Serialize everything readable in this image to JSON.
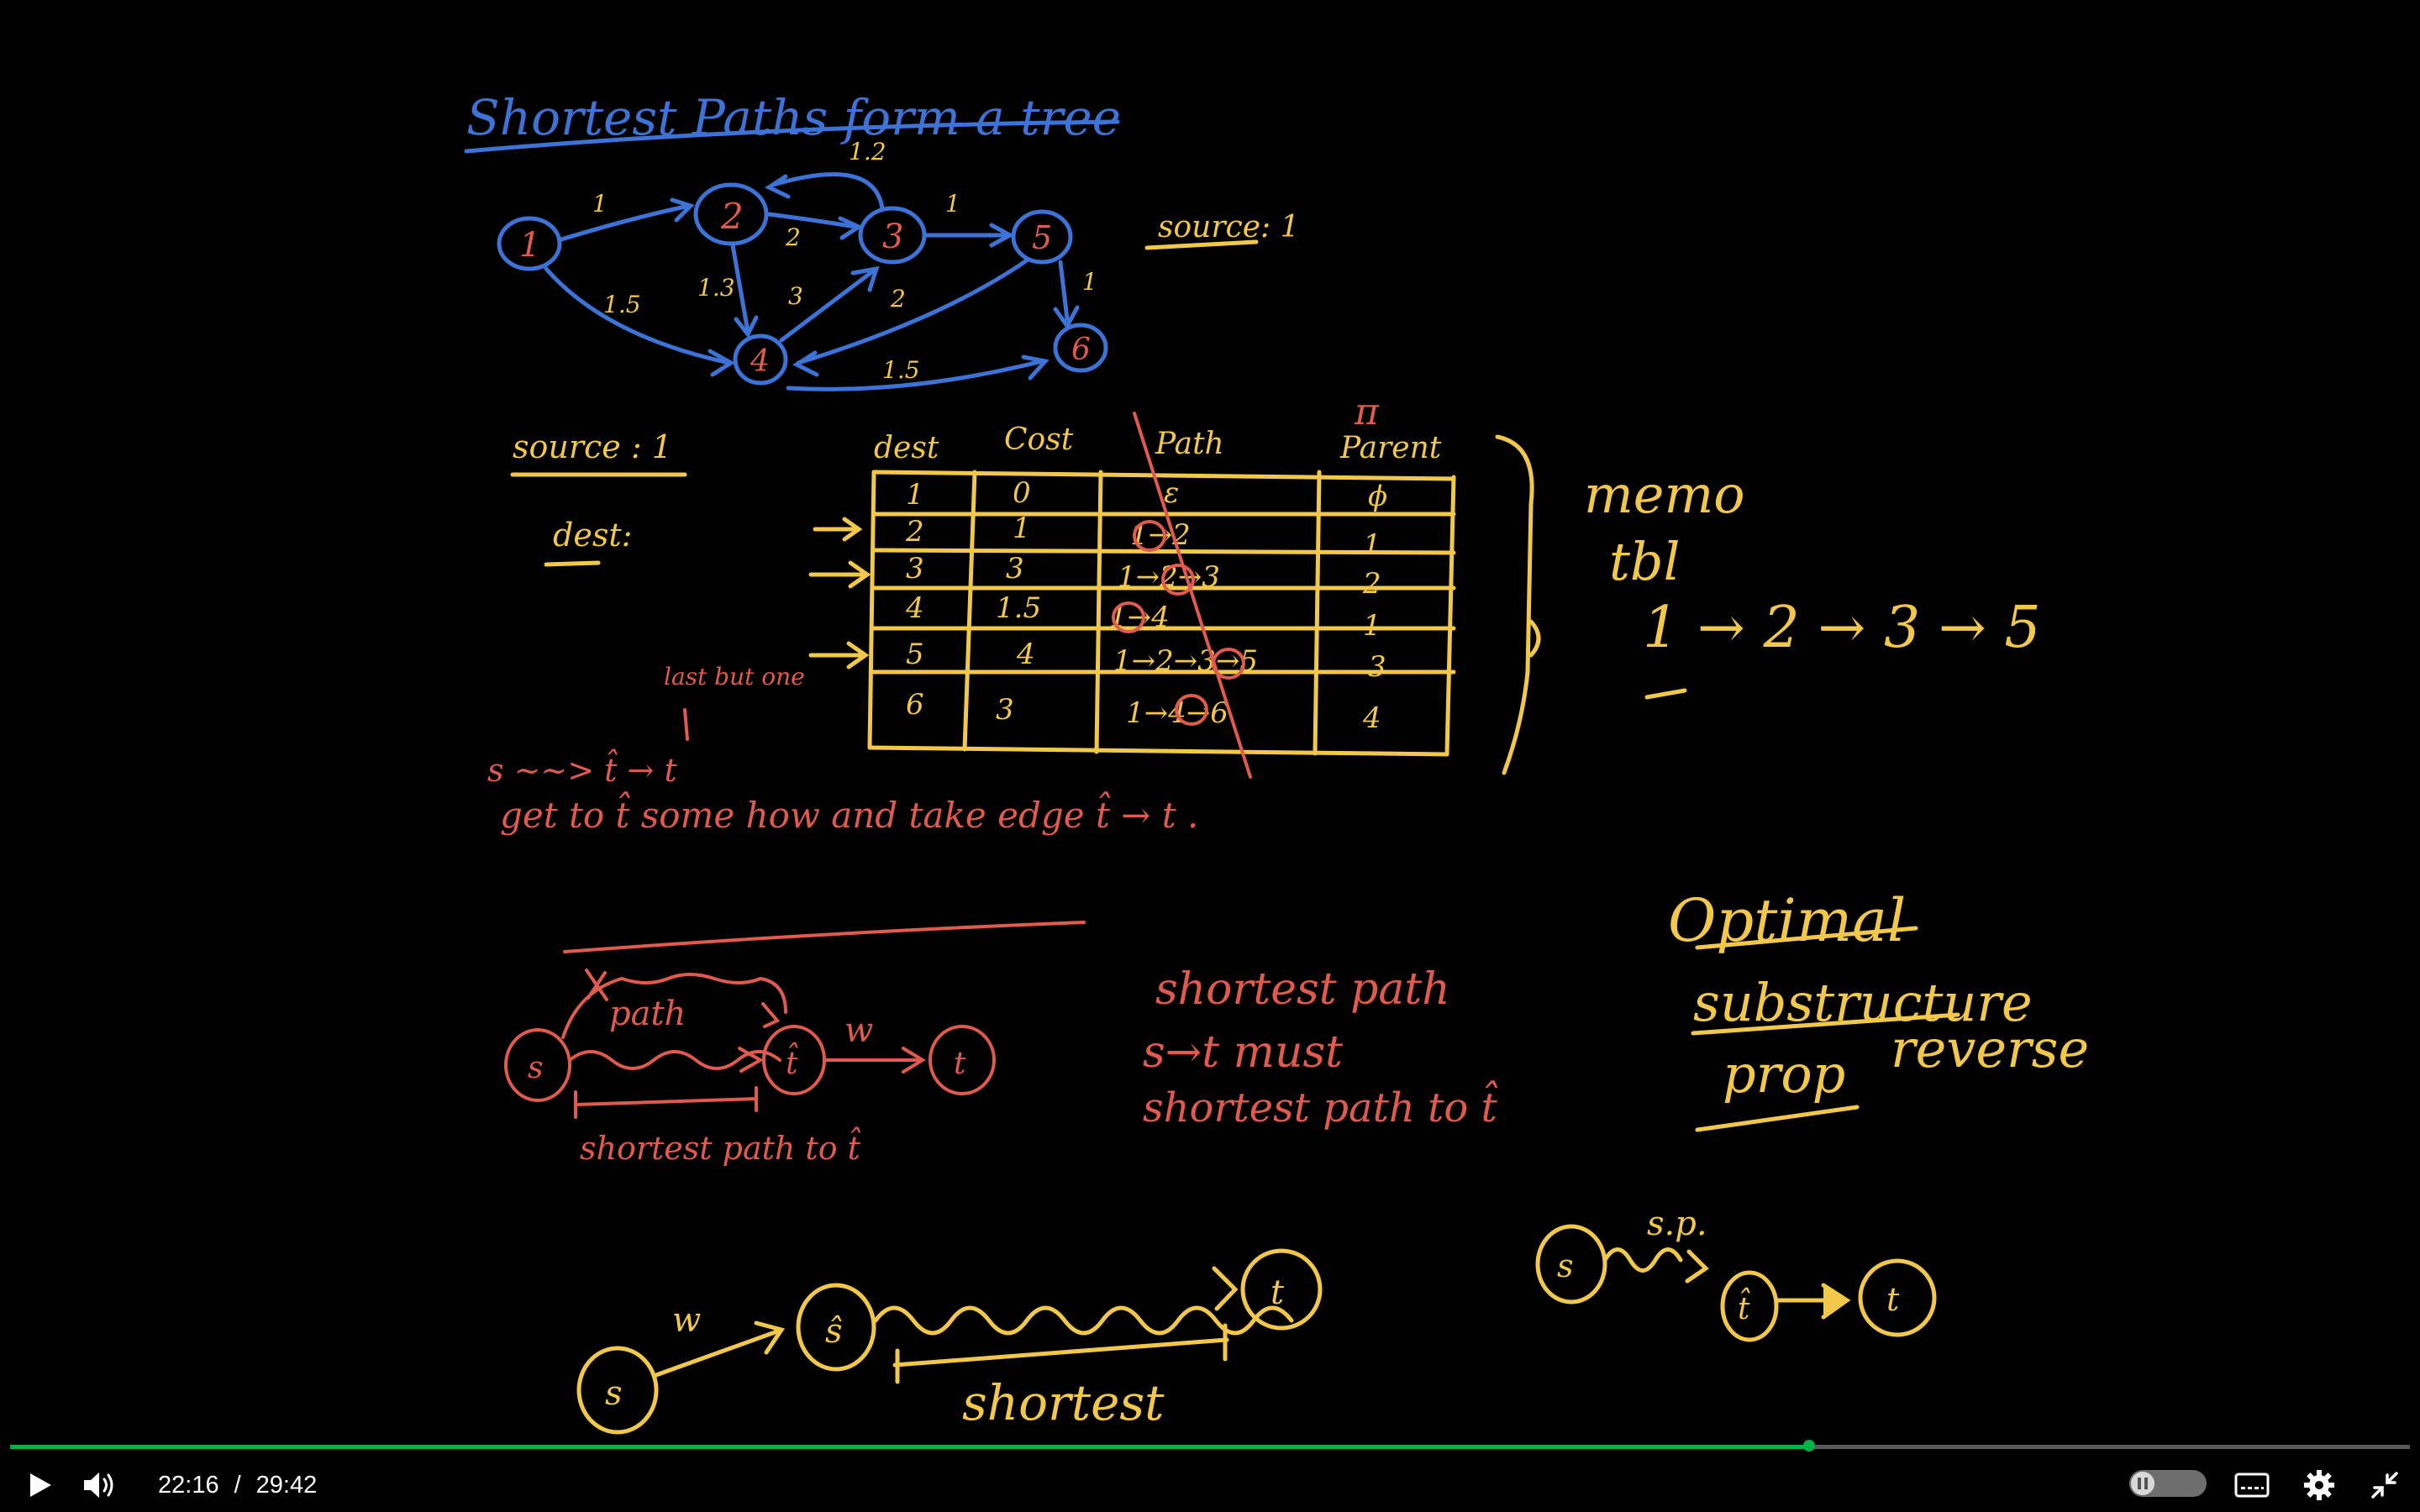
{
  "colors": {
    "blue": "#3d72d6",
    "yellow": "#f2c84b",
    "red": "#e05a4e",
    "accent": "#00b248"
  },
  "board": {
    "title": "Shortest Paths form a tree",
    "source_right": "source: 1",
    "graph": {
      "nodes": [
        "1",
        "2",
        "3",
        "5",
        "4",
        "6"
      ],
      "edge_weights": [
        "1",
        "1.2",
        "2",
        "1",
        "1.5",
        "1.3",
        "3",
        "2",
        "1",
        "1.5"
      ]
    },
    "source_left": "source : 1",
    "dest_label": "dest:",
    "pi_symbol": "π",
    "table": {
      "headers": [
        "dest",
        "Cost",
        "Path",
        "Parent"
      ],
      "rows": [
        [
          "1",
          "0",
          "ε",
          "ϕ"
        ],
        [
          "2",
          "1",
          "1→2",
          "1"
        ],
        [
          "3",
          "3",
          "1→2→3",
          "2"
        ],
        [
          "4",
          "1.5",
          "1→4",
          "1"
        ],
        [
          "5",
          "4",
          "1→2→3→5",
          "3"
        ],
        [
          "6",
          "3",
          "1→4→6",
          "4"
        ]
      ]
    },
    "memo_line1": "memo",
    "memo_line2": "tbl",
    "path_seq": "1 → 2 → 3 → 5",
    "last_but_one": "last but one",
    "chain": "s ~~> t̂ → t",
    "get_to": "get to t̂ some how and take edge t̂ → t .",
    "path_word": "path",
    "w_label": "w",
    "shortest_path_to": "shortest path to t̂",
    "note_line1": "shortest path",
    "note_line2": "s→t must",
    "note_line3": "shortest path to t̂",
    "optimal": "Optimal",
    "substructure": "substructure",
    "prop": "prop",
    "reverse": "reverse",
    "sp": "s.p.",
    "bottom_w": "w",
    "shortest": "shortest"
  },
  "player": {
    "current_time": "22:16",
    "separator": "/",
    "duration": "29:42",
    "progress": 0.7497,
    "buffered": 0.75
  }
}
